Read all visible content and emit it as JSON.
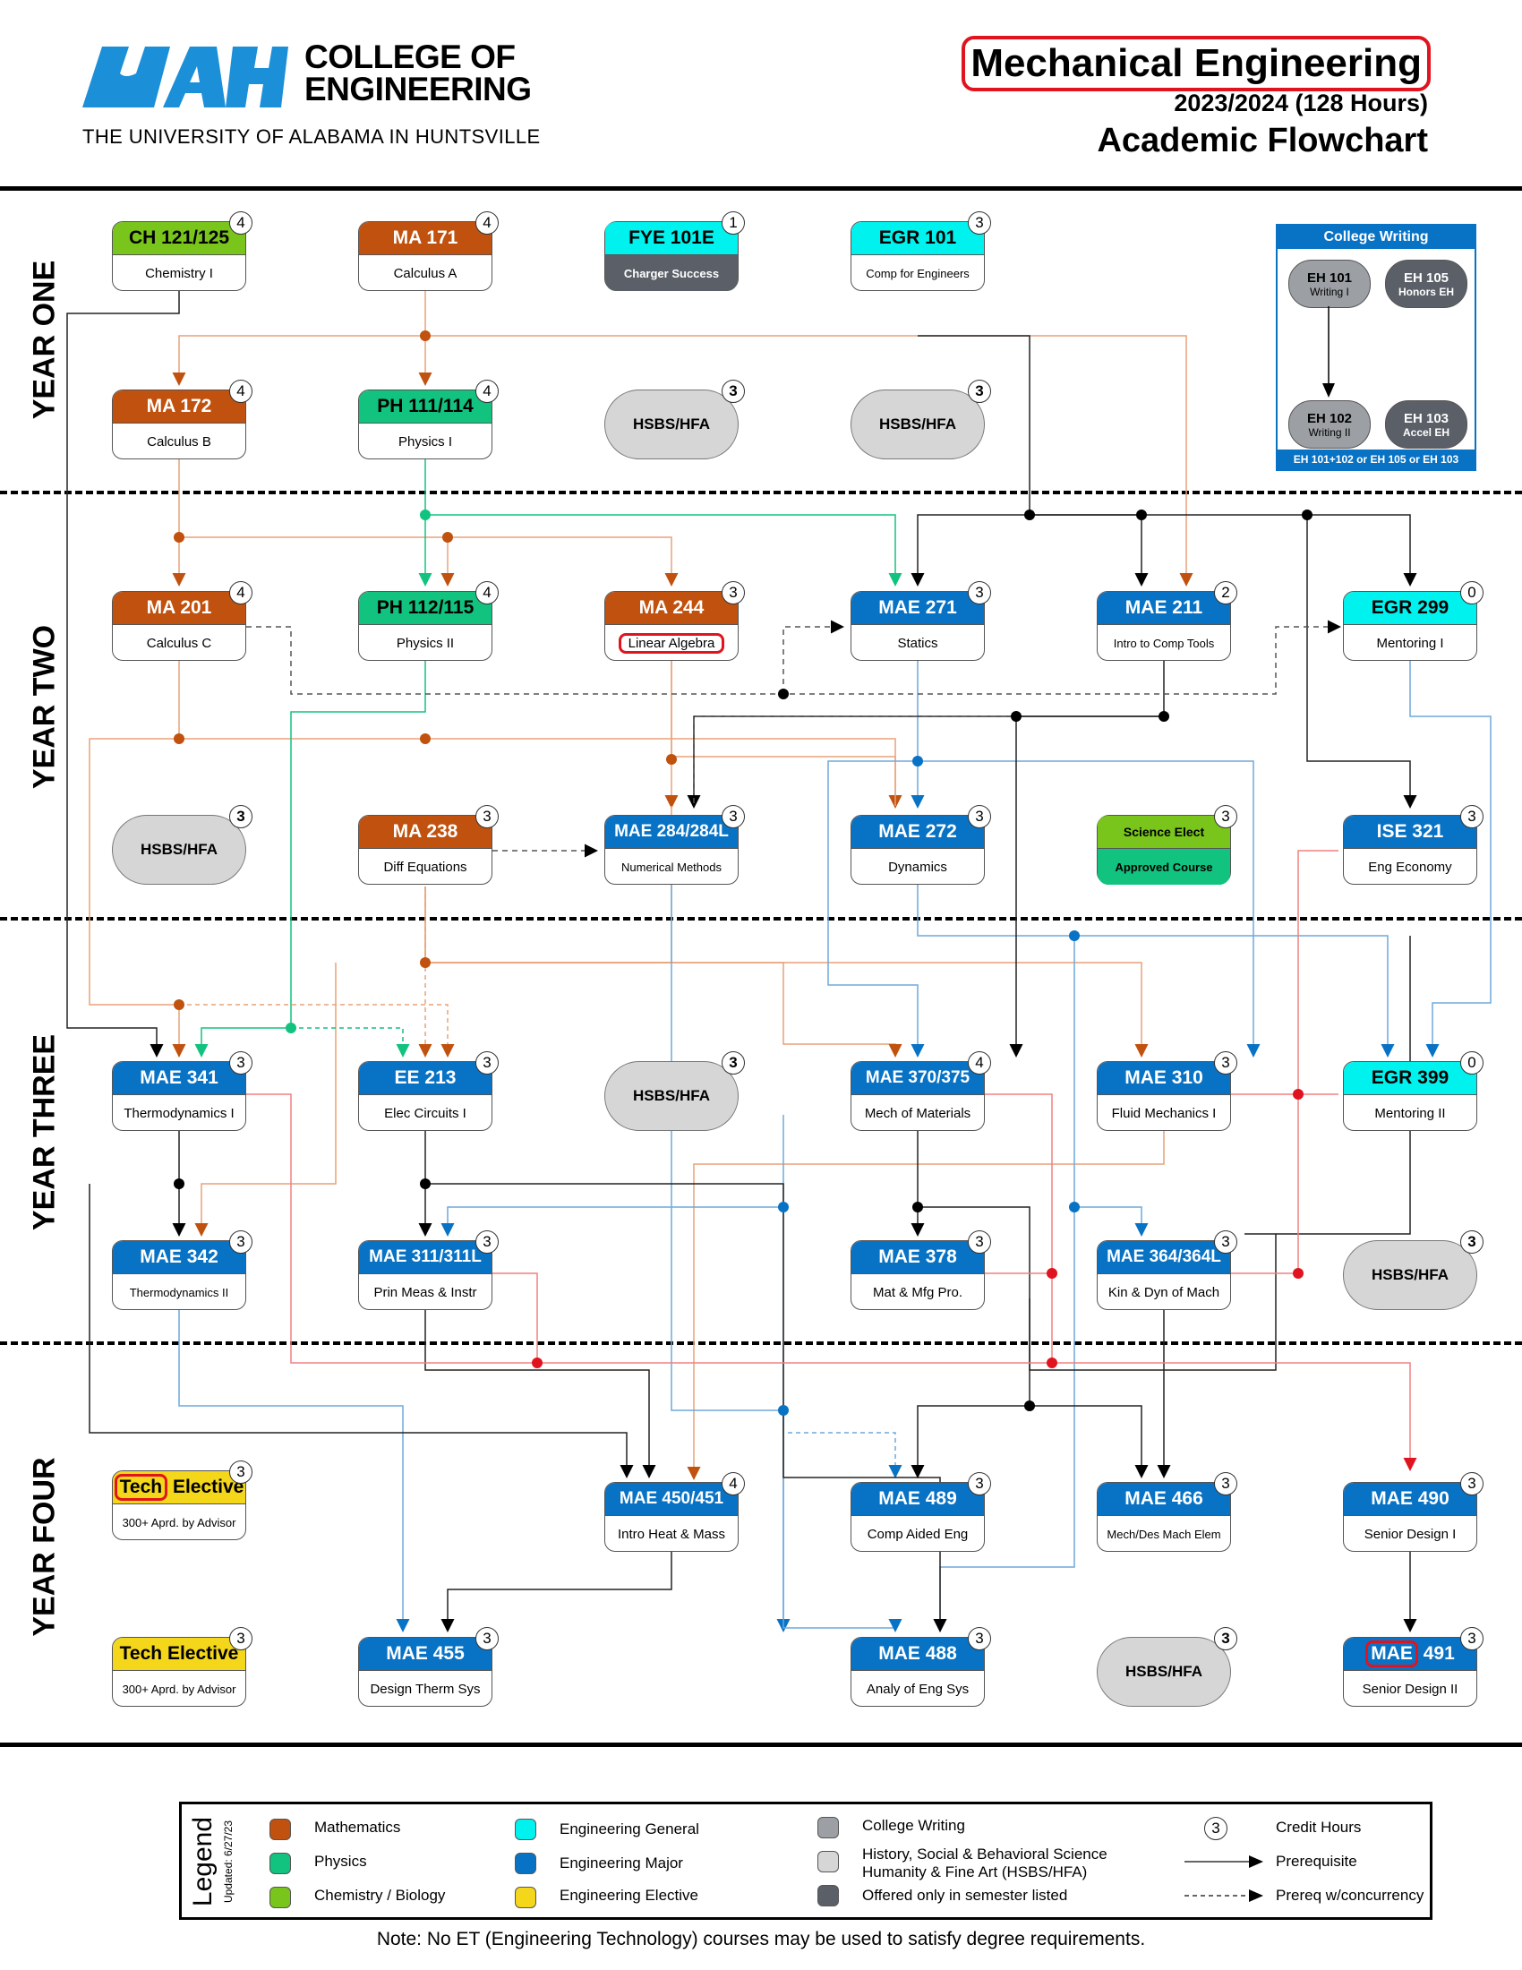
{
  "header": {
    "college_line1": "COLLEGE OF",
    "college_line2": "ENGINEERING",
    "university": "THE UNIVERSITY OF ALABAMA IN HUNTSVILLE",
    "program": "Mechanical Engineering",
    "catalog": "2023/2024 (128 Hours)",
    "doc_type": "Academic Flowchart"
  },
  "years": [
    "YEAR ONE",
    "YEAR TWO",
    "YEAR THREE",
    "YEAR FOUR"
  ],
  "colors": {
    "mathematics": "#c0510e",
    "physics": "#12c27f",
    "chemistry_biology": "#7ac51c",
    "engineering_general": "#00f2ee",
    "engineering_major": "#0872c5",
    "engineering_elective": "#f4d61b",
    "college_writing": "#9ca0a4",
    "hsbs_hfa": "#d6d6d6",
    "semester_only": "#5b6068",
    "highlight": "#e0141e"
  },
  "courses": {
    "ch121": {
      "code": "CH 121/125",
      "name": "Chemistry I",
      "credits": "4"
    },
    "ma171": {
      "code": "MA 171",
      "name": "Calculus A",
      "credits": "4"
    },
    "fye101": {
      "code": "FYE 101E",
      "name": "Charger Success",
      "credits": "1"
    },
    "egr101": {
      "code": "EGR 101",
      "name": "Comp for Engineers",
      "credits": "3"
    },
    "ma172": {
      "code": "MA 172",
      "name": "Calculus B",
      "credits": "4"
    },
    "ph111": {
      "code": "PH 111/114",
      "name": "Physics I",
      "credits": "4"
    },
    "hsbs_y1a": {
      "code": "HSBS/HFA",
      "credits": "3"
    },
    "hsbs_y1b": {
      "code": "HSBS/HFA",
      "credits": "3"
    },
    "ma201": {
      "code": "MA 201",
      "name": "Calculus C",
      "credits": "4"
    },
    "ph112": {
      "code": "PH 112/115",
      "name": "Physics II",
      "credits": "4"
    },
    "ma244": {
      "code": "MA 244",
      "name": "Linear Algebra",
      "credits": "3"
    },
    "mae271": {
      "code": "MAE 271",
      "name": "Statics",
      "credits": "3"
    },
    "mae211": {
      "code": "MAE 211",
      "name": "Intro to Comp Tools",
      "credits": "2"
    },
    "egr299": {
      "code": "EGR 299",
      "name": "Mentoring I",
      "credits": "0"
    },
    "hsbs_y2": {
      "code": "HSBS/HFA",
      "credits": "3"
    },
    "ma238": {
      "code": "MA 238",
      "name": "Diff Equations",
      "credits": "3"
    },
    "mae284": {
      "code": "MAE 284/284L",
      "name": "Numerical Methods",
      "credits": "3"
    },
    "mae272": {
      "code": "MAE 272",
      "name": "Dynamics",
      "credits": "3"
    },
    "sci_elect": {
      "code": "Science Elect",
      "name": "Approved Course",
      "credits": "3"
    },
    "ise321": {
      "code": "ISE 321",
      "name": "Eng Economy",
      "credits": "3"
    },
    "mae341": {
      "code": "MAE 341",
      "name": "Thermodynamics I",
      "credits": "3"
    },
    "ee213": {
      "code": "EE 213",
      "name": "Elec Circuits I",
      "credits": "3"
    },
    "hsbs_y3a": {
      "code": "HSBS/HFA",
      "credits": "3"
    },
    "mae370": {
      "code": "MAE 370/375",
      "name": "Mech of Materials",
      "credits": "4"
    },
    "mae310": {
      "code": "MAE 310",
      "name": "Fluid Mechanics I",
      "credits": "3"
    },
    "egr399": {
      "code": "EGR 399",
      "name": "Mentoring II",
      "credits": "0"
    },
    "mae342": {
      "code": "MAE 342",
      "name": "Thermodynamics II",
      "credits": "3"
    },
    "mae311": {
      "code": "MAE 311/311L",
      "name": "Prin Meas & Instr",
      "credits": "3"
    },
    "mae378": {
      "code": "MAE 378",
      "name": "Mat & Mfg Pro.",
      "credits": "3"
    },
    "mae364": {
      "code": "MAE 364/364L",
      "name": "Kin & Dyn of Mach",
      "credits": "3"
    },
    "hsbs_y3b": {
      "code": "HSBS/HFA",
      "credits": "3"
    },
    "tech1": {
      "code_a": "Tech",
      "code_b": " Elective",
      "name": "300+ Aprd. by Advisor",
      "credits": "3"
    },
    "mae450": {
      "code": "MAE 450/451",
      "name": "Intro Heat & Mass",
      "credits": "4"
    },
    "mae489": {
      "code": "MAE 489",
      "name": "Comp Aided Eng",
      "credits": "3"
    },
    "mae466": {
      "code": "MAE 466",
      "name": "Mech/Des Mach Elem",
      "credits": "3"
    },
    "mae490": {
      "code": "MAE 490",
      "name": "Senior Design I",
      "credits": "3"
    },
    "tech2": {
      "code": "Tech Elective",
      "name": "300+ Aprd. by Advisor",
      "credits": "3"
    },
    "mae455": {
      "code": "MAE 455",
      "name": "Design Therm Sys",
      "credits": "3"
    },
    "mae488": {
      "code": "MAE 488",
      "name": "Analy of Eng Sys",
      "credits": "3"
    },
    "hsbs_y4": {
      "code": "HSBS/HFA",
      "credits": "3"
    },
    "mae491": {
      "code_a": "MAE",
      "code_b": " 491",
      "name": "Senior Design II",
      "credits": "3"
    }
  },
  "college_writing": {
    "title": "College Writing",
    "eh101": {
      "code": "EH 101",
      "name": "Writing I"
    },
    "eh105": {
      "code": "EH 105",
      "name": "Honors EH"
    },
    "eh102": {
      "code": "EH 102",
      "name": "Writing II"
    },
    "eh103": {
      "code": "EH 103",
      "name": "Accel EH"
    },
    "footer": "EH 101+102 or EH 105 or EH 103"
  },
  "legend": {
    "title": "Legend",
    "updated": "Updated: 6/27/23",
    "mathematics": "Mathematics",
    "physics": "Physics",
    "chem": "Chemistry / Biology",
    "eng_general": "Engineering General",
    "eng_major": "Engineering Major",
    "eng_elective": "Engineering Elective",
    "college_writing": "College Writing",
    "hsbs_line1": "History, Social & Behavioral Science",
    "hsbs_line2": "Humanity & Fine Art (HSBS/HFA)",
    "semester": "Offered only in semester listed",
    "credit_num": "3",
    "credit_hours": "Credit Hours",
    "prereq": "Prerequisite",
    "prereq_conc": "Prereq w/concurrency"
  },
  "note": "Note:  No ET (Engineering Technology) courses may be used to satisfy degree requirements."
}
